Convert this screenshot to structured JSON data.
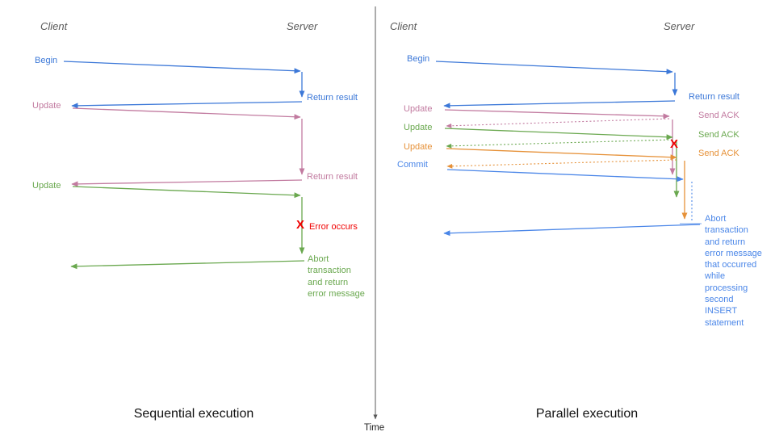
{
  "colors": {
    "blue": "#3c78d8",
    "blue2": "#4a86e8",
    "pink": "#c27ba0",
    "green": "#6aa84f",
    "orange": "#e69138",
    "red": "#f00000",
    "gray": "#595959",
    "ink": "#111111"
  },
  "left": {
    "title": "Sequential execution",
    "headers": {
      "client": "Client",
      "server": "Server"
    },
    "begin": "Begin",
    "return1": "Return result",
    "update1": "Update",
    "return2": "Return result",
    "update2": "Update",
    "error_x": "X",
    "error_label": "Error occurs",
    "abort": "Abort\ntransaction\nand return\nerror message"
  },
  "right": {
    "title": "Parallel execution",
    "headers": {
      "client": "Client",
      "server": "Server"
    },
    "begin": "Begin",
    "return1": "Return result",
    "update1": "Update",
    "send_ack1": "Send ACK",
    "update2": "Update",
    "send_ack2": "Send ACK",
    "update3": "Update",
    "send_ack3": "Send ACK",
    "commit": "Commit",
    "error_x": "X",
    "abort": "Abort\ntransaction\nand return\nerror message\nthat occurred\nwhile\nprocessing\nsecond\nINSERT\nstatement"
  },
  "time_axis": {
    "label": "Time"
  }
}
